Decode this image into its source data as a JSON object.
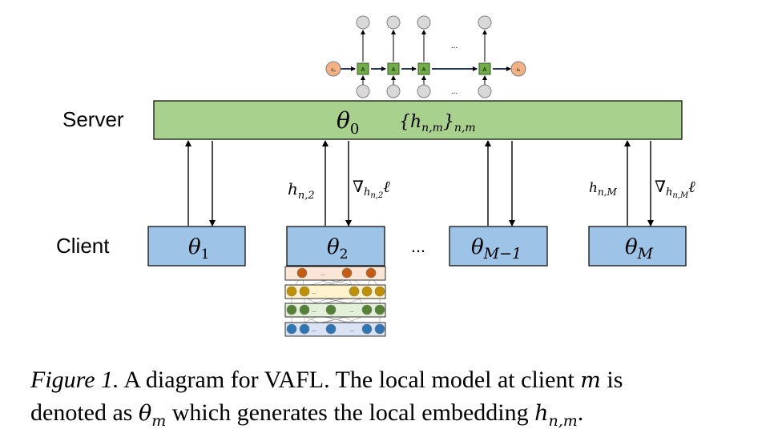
{
  "labels": {
    "server": "Server",
    "client": "Client",
    "ellipsis_clients": "...",
    "ellipsis_rnn": "..."
  },
  "server": {
    "theta": "θ",
    "theta_sub": "0",
    "embed_set": "{h",
    "embed_set_sub": "n,m",
    "embed_set_close": "}",
    "embed_set_close_sub": "n,m"
  },
  "clients": [
    {
      "theta": "θ",
      "sub": "1"
    },
    {
      "theta": "θ",
      "sub": "2"
    },
    {
      "theta": "θ",
      "sub": "M−1"
    },
    {
      "theta": "θ",
      "sub": "M"
    }
  ],
  "arrow_labels": {
    "h2": "h",
    "h2_sub": "n,2",
    "grad2": "∇",
    "grad2_sub": "h",
    "grad2_subsub": "n,2",
    "grad2_tail": "ℓ",
    "hM": "h",
    "hM_sub": "n,M",
    "gradM": "∇",
    "gradM_sub": "h",
    "gradM_subsub": "n,M",
    "gradM_tail": "ℓ"
  },
  "rnn": {
    "start_node": "s₀",
    "end_node": "sₜ",
    "cell": "A"
  },
  "colors": {
    "server_fill": "#a9d18e",
    "client_fill": "#9dc3e6",
    "node_gray": "#d9d9d9",
    "node_orange_rnn": "#f4b183",
    "layer_orange": "#c55a11",
    "layer_gold": "#bf9000",
    "layer_green": "#548235",
    "layer_blue": "#2e75b6",
    "band_orange": "#fbe5d6",
    "band_gold": "#fff2cc",
    "band_green": "#e2f0d9",
    "band_blue": "#dae3f3"
  },
  "caption": {
    "figure": "Figure 1.",
    "text1": " A diagram for VAFL. The local model at client ",
    "m1": "m",
    "text2": " is",
    "text3": "denoted as ",
    "theta": "θ",
    "theta_sub": "m",
    "text4": " which generates the local embedding ",
    "h": "h",
    "h_sub": "n,m",
    "text5": "."
  }
}
